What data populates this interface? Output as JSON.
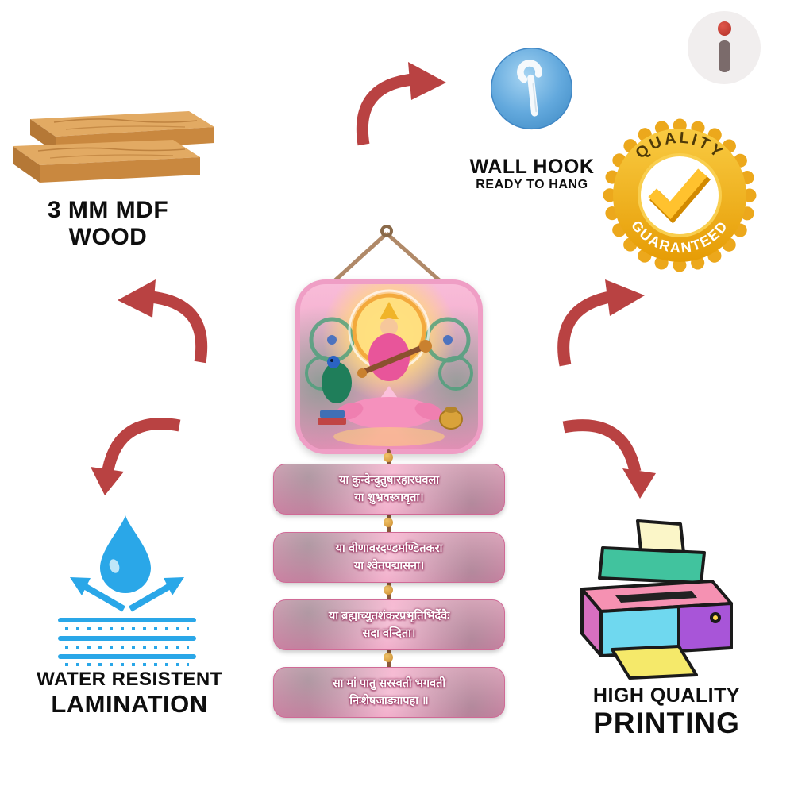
{
  "brand": {
    "letter": "i"
  },
  "features": {
    "mdf": {
      "line1": "3 MM MDF",
      "line2": "WOOD"
    },
    "wall_hook": {
      "title": "WALL HOOK",
      "subtitle": "READY TO HANG"
    },
    "quality_badge": {
      "arc_top": "QUALITY",
      "arc_bottom": "GUARANTEED"
    },
    "lamination": {
      "line1": "WATER RESISTENT",
      "line2": "LAMINATION"
    },
    "printing": {
      "line1": "HIGH QUALITY",
      "line2": "PRINTING"
    }
  },
  "product": {
    "type": "saraswati-wall-hanging",
    "slats": [
      {
        "line1": "या कुन्देन्दुतुषारहारधवला",
        "line2": "या शुभ्रवस्त्रावृता।"
      },
      {
        "line1": "या वीणावरदण्डमण्डितकरा",
        "line2": "या श्वेतपद्मासना।"
      },
      {
        "line1": "या ब्रह्माच्युतशंकरप्रभृतिभिर्देवैः",
        "line2": "सदा वन्दिता।"
      },
      {
        "line1": "सा मां पातु सरस्वती भगवती",
        "line2": "निःशेषजाड्यापहा ॥"
      }
    ]
  },
  "colors": {
    "arrow_red": "#b94242",
    "badge_gold": "#f2b01e",
    "water_blue": "#2aa7e8",
    "hook_blue": "#5aa7dd",
    "slat_pink": "#ef93ba",
    "wood_tan": "#d99a55",
    "heading_black": "#0e0e0e"
  },
  "icons": {
    "wood": "wood-planks-icon",
    "hook": "wall-hook-icon",
    "badge": "quality-seal-icon",
    "arrow": "curved-arrow-icon",
    "drop": "water-drop-icon",
    "layers": "lamination-layers-icon",
    "printer": "printer-icon",
    "rope": "hanging-rope-icon",
    "artwork": "saraswati-artwork",
    "logo": "brand-logo"
  }
}
